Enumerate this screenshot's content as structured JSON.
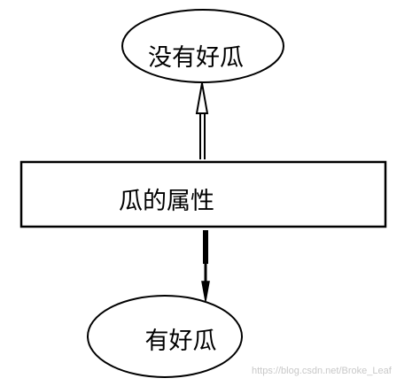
{
  "diagram": {
    "nodes": {
      "top": {
        "label": "没有好瓜"
      },
      "middle": {
        "label": "瓜的属性"
      },
      "bottom": {
        "label": "有好瓜"
      }
    },
    "edges": [
      {
        "from": "middle",
        "to": "top"
      },
      {
        "from": "middle",
        "to": "bottom"
      }
    ],
    "stroke_color": "#000000"
  },
  "watermark": {
    "text": "https://blog.csdn.net/Broke_Leaf"
  }
}
